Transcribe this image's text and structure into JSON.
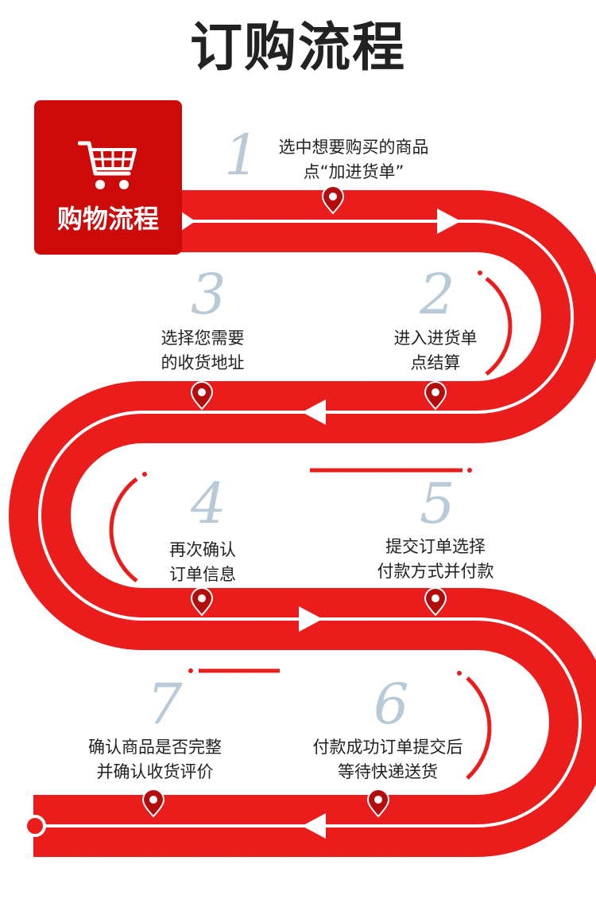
{
  "title": "订购流程",
  "badge": {
    "label": "购物流程",
    "icon": "shopping-cart-icon"
  },
  "colors": {
    "road": "#ea1c1c",
    "badge": "#cc0a0a",
    "number": "#b9cad7",
    "text": "#222222",
    "line": "#ffffff"
  },
  "steps": [
    {
      "number": "1",
      "line1": "选中想要购买的商品",
      "line2": "点“加进货单”"
    },
    {
      "number": "2",
      "line1": "进入进货单",
      "line2": "点结算"
    },
    {
      "number": "3",
      "line1": "选择您需要",
      "line2": "的收货地址"
    },
    {
      "number": "4",
      "line1": "再次确认",
      "line2": "订单信息"
    },
    {
      "number": "5",
      "line1": "提交订单选择",
      "line2": "付款方式并付款"
    },
    {
      "number": "6",
      "line1": "付款成功订单提交后",
      "line2": "等待快递送货"
    },
    {
      "number": "7",
      "line1": "确认商品是否完整",
      "line2": "并确认收货评价"
    }
  ]
}
